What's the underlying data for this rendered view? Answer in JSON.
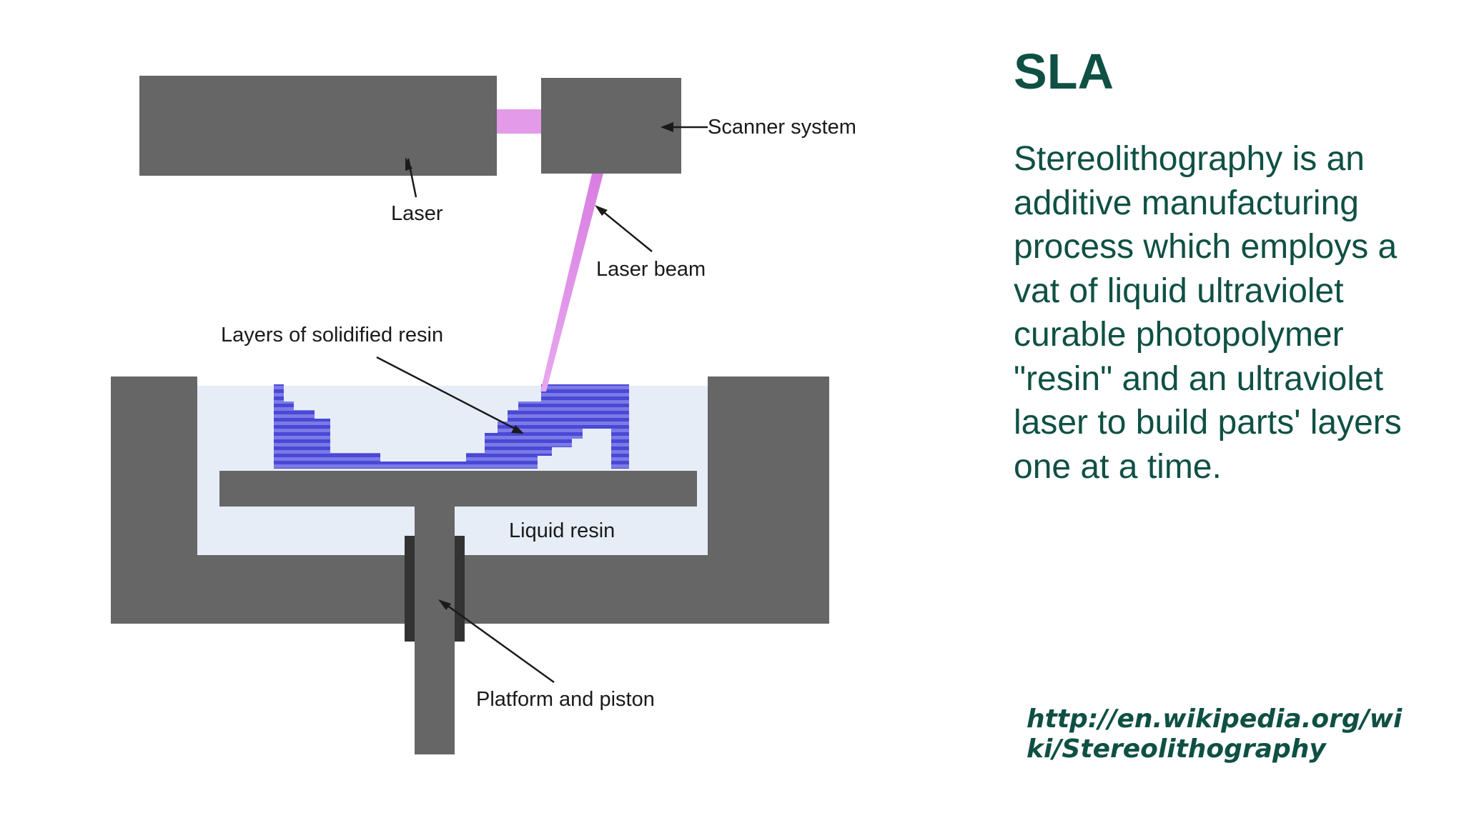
{
  "slide": {
    "title": "SLA",
    "description": "Stereolithography is an additive manufacturing process which employs a vat of liquid ultraviolet curable photopolymer \"resin\" and an ultraviolet laser to build parts' layers one at a time.",
    "source_link": "http://en.wikipedia.org/wiki/Stereolithography"
  },
  "diagram": {
    "labels": {
      "laser": "Laser",
      "scanner_system": "Scanner system",
      "laser_beam": "Laser beam",
      "layers": "Layers of solidified resin",
      "liquid_resin": "Liquid resin",
      "platform_piston": "Platform and piston"
    }
  },
  "colors": {
    "heading": "#0f5044",
    "machine_gray": "#666666",
    "resin": "#e6edf6",
    "solid_resin": "#5a58df",
    "laser_beam": "#d87ee0"
  }
}
